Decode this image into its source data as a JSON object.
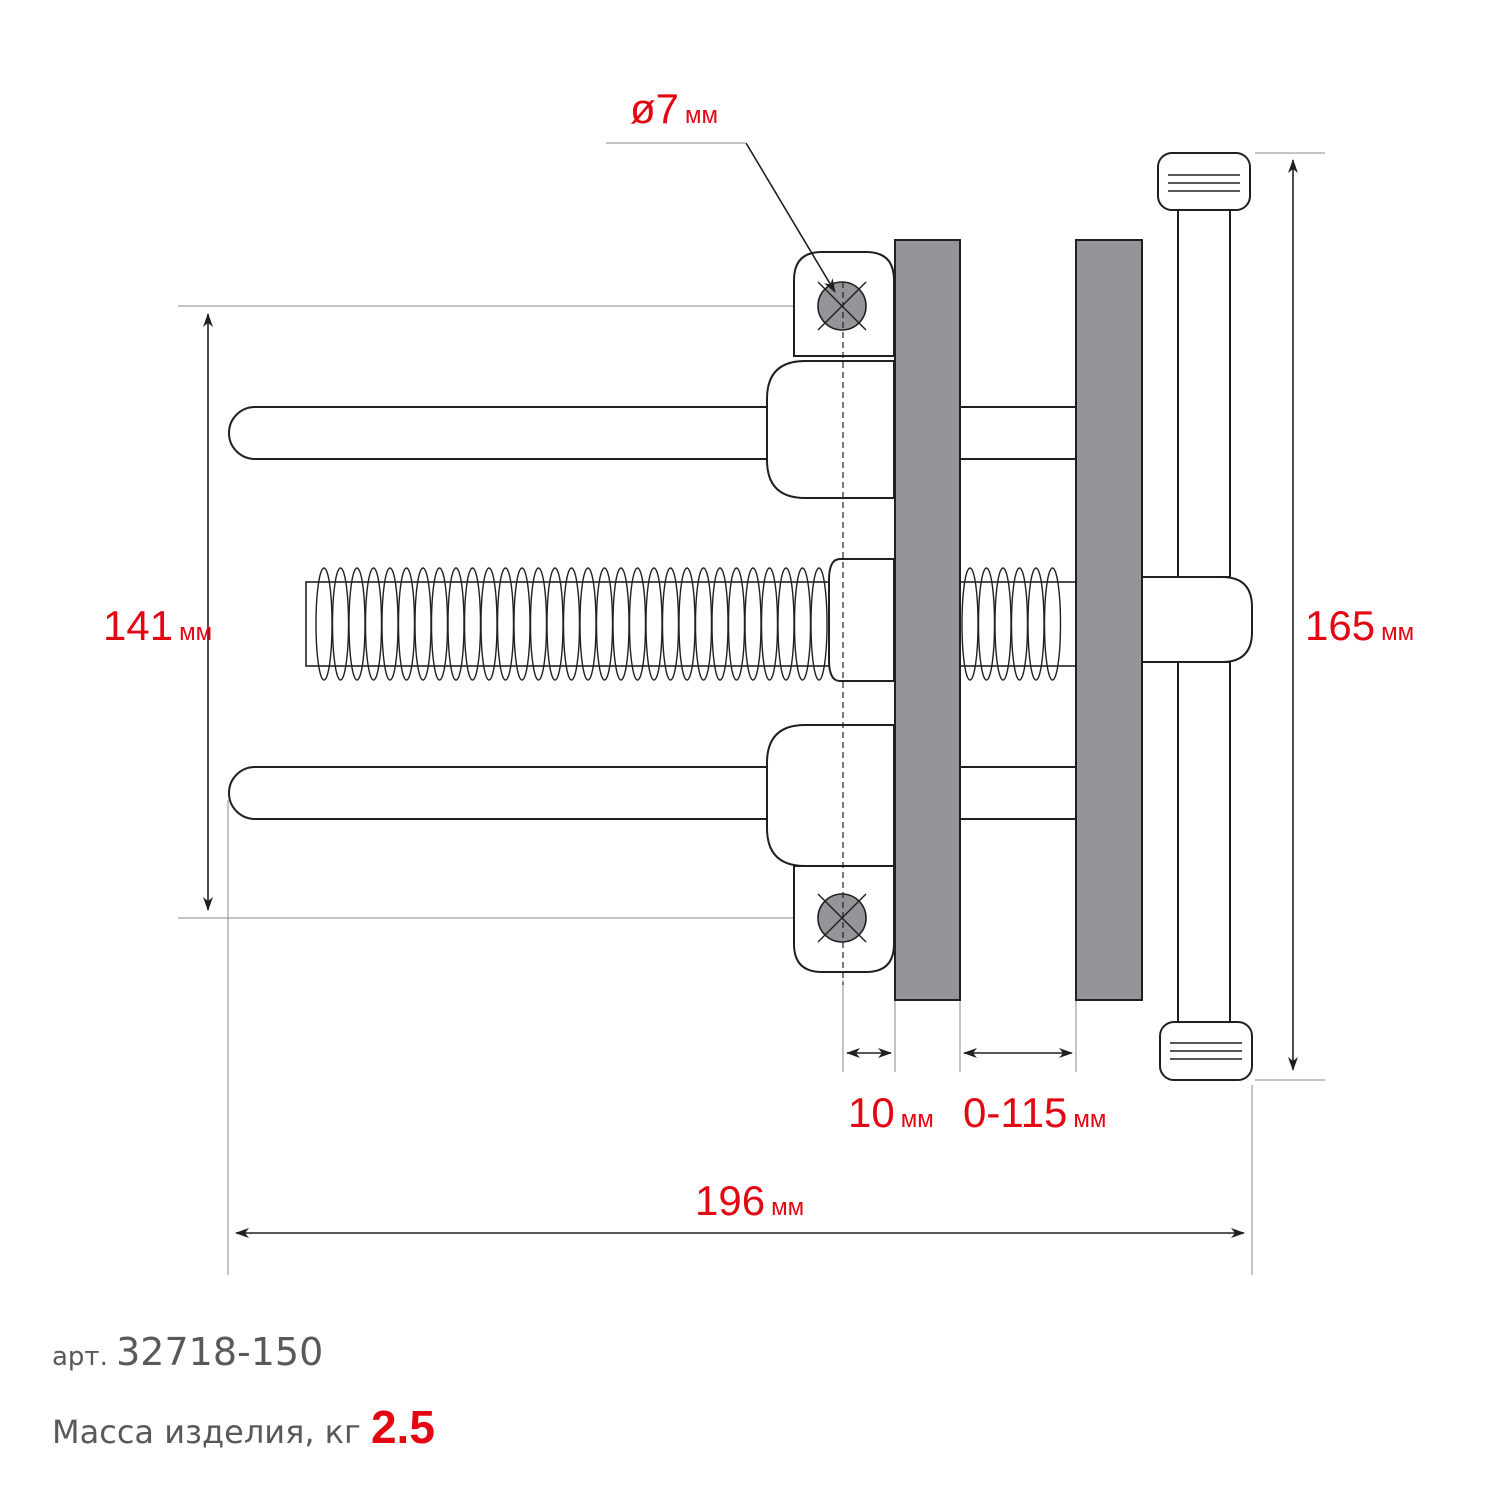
{
  "dimensions": {
    "hole_diameter": {
      "value": "ø7",
      "unit": "мм"
    },
    "jaw_height": {
      "value": "141",
      "unit": "мм"
    },
    "handle_length": {
      "value": "165",
      "unit": "мм"
    },
    "jaw_offset": {
      "value": "10",
      "unit": "мм"
    },
    "opening_range": {
      "value": "0-115",
      "unit": "мм"
    },
    "overall_width": {
      "value": "196",
      "unit": "мм"
    }
  },
  "article": {
    "prefix": "арт.",
    "number": "32718-150"
  },
  "mass": {
    "label": "Масса изделия, кг",
    "value": "2.5"
  },
  "colors": {
    "dimension": "#e30613",
    "jaw": "#939598",
    "text": "#58595b",
    "outline": "#231f20"
  }
}
